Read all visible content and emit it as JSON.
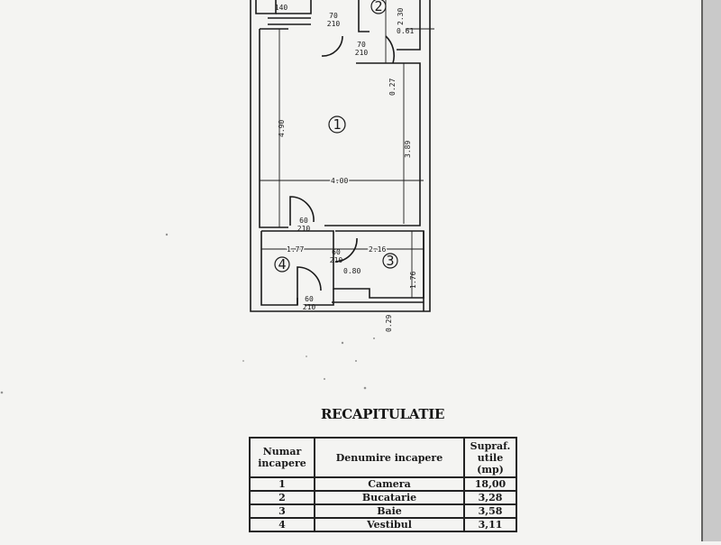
{
  "floor_plan": {
    "rooms": [
      "1",
      "2",
      "3",
      "4"
    ],
    "top_label": "140",
    "doors": [
      {
        "w": "70",
        "h": "210"
      },
      {
        "w": "70",
        "h": "210"
      },
      {
        "w": "60",
        "h": "210"
      },
      {
        "w": "60",
        "h": "210"
      },
      {
        "w": "60",
        "h": "210"
      }
    ],
    "dimensions": {
      "d230": "2.30",
      "d061": "0.61",
      "d027": "0.27",
      "d490": "4.90",
      "d389": "3.89",
      "d400": "4.00",
      "d177": "1.77",
      "d216": "2.16",
      "d176": "1.76",
      "d080": "0.80",
      "d029": "0.29"
    }
  },
  "recap": {
    "title": "RECAPITULATIE",
    "headers": [
      "Numar incapere",
      "Denumire incapere",
      "Supraf. utile (mp)"
    ],
    "rows": [
      {
        "num": "1",
        "name": "Camera",
        "area": "18,00"
      },
      {
        "num": "2",
        "name": "Bucatarie",
        "area": "3,28"
      },
      {
        "num": "3",
        "name": "Baie",
        "area": "3,58"
      },
      {
        "num": "4",
        "name": "Vestibul",
        "area": "3,11"
      }
    ]
  }
}
